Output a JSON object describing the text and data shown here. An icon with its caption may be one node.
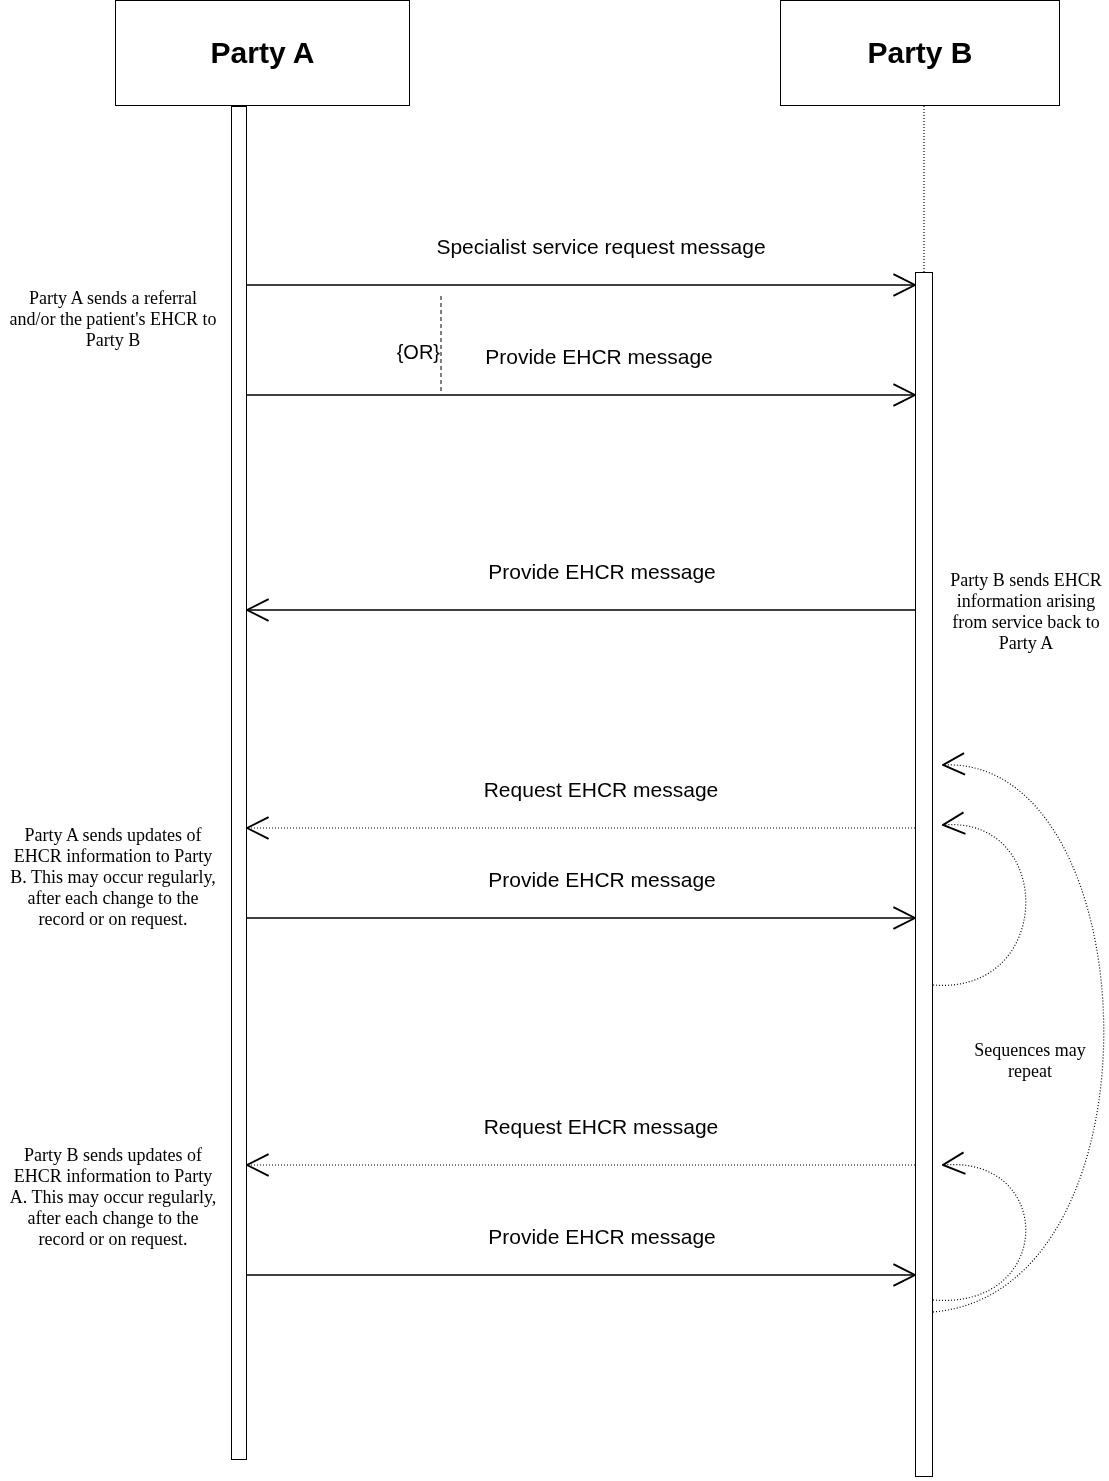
{
  "diagram": {
    "nodes": [
      {
        "text": [
          "Party A"
        ]
      },
      {
        "text": [
          "Party B"
        ]
      },
      {
        "text": [],
        "shape": "bar"
      },
      {
        "text": [],
        "shape": "bar"
      }
    ],
    "edges": [
      {
        "from": 1,
        "to": 3,
        "arrow": "none",
        "style": "dashed"
      },
      {
        "from": 2,
        "to": 3,
        "arrow": "to",
        "label": "Specialist service request message"
      },
      {
        "from": 2,
        "to": 3,
        "arrow": "to",
        "label": "Provide EHCR message"
      },
      {
        "from": 3,
        "to": 2,
        "arrow": "to",
        "label": "Provide EHCR message"
      },
      {
        "from": 3,
        "to": 2,
        "arrow": "to",
        "label": "Request EHCR message",
        "style": "dashed"
      },
      {
        "from": 2,
        "to": 3,
        "arrow": "to",
        "label": "Provide EHCR message"
      },
      {
        "from": 3,
        "to": 2,
        "arrow": "to",
        "label": "Request EHCR message",
        "style": "dashed"
      },
      {
        "from": 2,
        "to": 3,
        "arrow": "to",
        "label": "Provide EHCR message"
      },
      {
        "from": 3,
        "to": 3,
        "arrow": "to",
        "style": "dashed"
      },
      {
        "from": 3,
        "to": 3,
        "arrow": "to",
        "style": "dashed"
      },
      {
        "from": 3,
        "to": 3,
        "arrow": "to",
        "style": "dashed"
      }
    ],
    "labels": [
      "Party A sends a referral and/or the patient's EHCR to Party B",
      "{OR}",
      "Party B sends EHCR information arising from service back to Party A",
      "Party A sends updates of EHCR information to Party B. This may occur regularly, after each change to the record or on request.",
      "Sequences may repeat",
      "Party B sends updates of EHCR information to Party A. This may occur regularly, after each change to the record or on request."
    ]
  }
}
